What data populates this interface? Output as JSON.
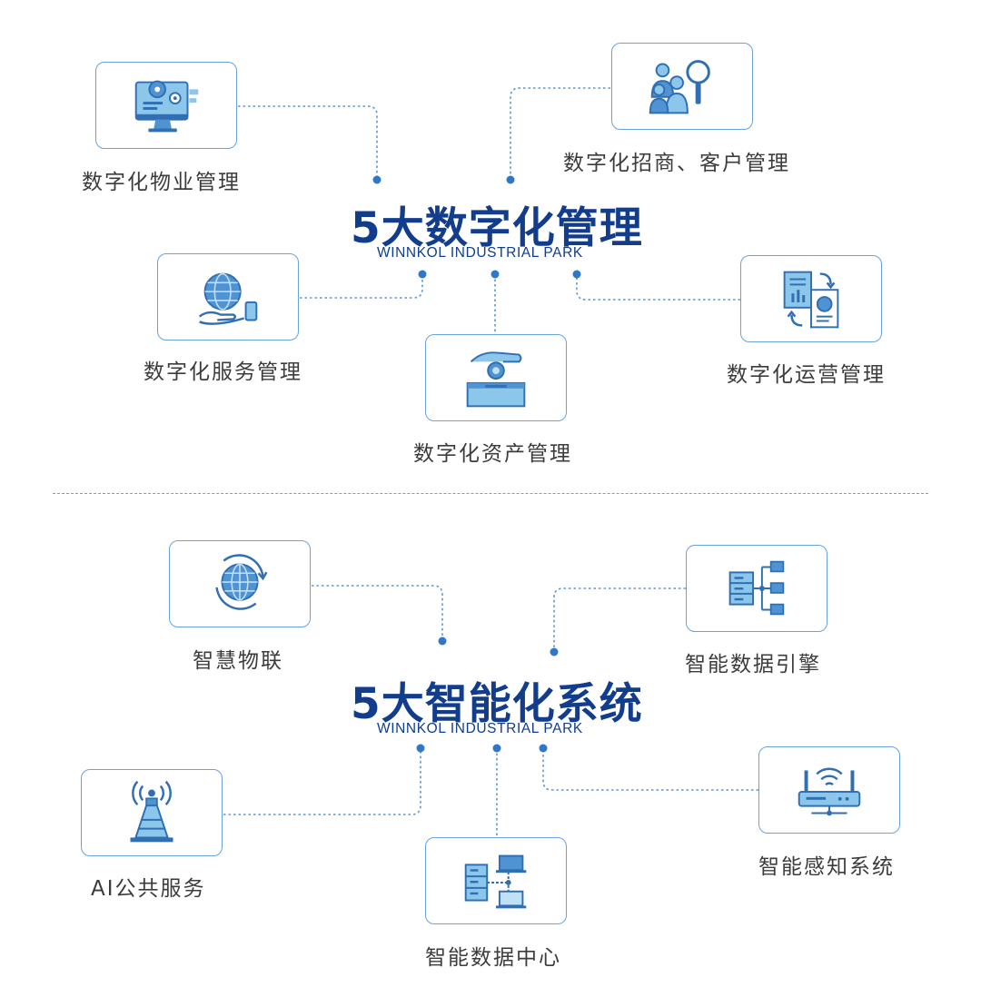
{
  "colors": {
    "accent": "#6aa3dc",
    "dot": "#2f77c8",
    "title": "#123d8c",
    "label": "#3c3c3c"
  },
  "digital": {
    "title": "5大数字化管理",
    "subtitle": "WINNKOL INDUSTRIAL PARK",
    "items": [
      {
        "label": "数字化物业管理",
        "icon": "monitor-gear-icon"
      },
      {
        "label": "数字化招商、客户管理",
        "icon": "people-magnifier-icon"
      },
      {
        "label": "数字化服务管理",
        "icon": "globe-hand-icon"
      },
      {
        "label": "数字化资产管理",
        "icon": "hand-coin-box-icon"
      },
      {
        "label": "数字化运营管理",
        "icon": "documents-cycle-icon"
      }
    ]
  },
  "smart": {
    "title": "5大智能化系统",
    "subtitle": "WINNKOL INDUSTRIAL PARK",
    "items": [
      {
        "label": "智慧物联",
        "icon": "globe-rotate-icon"
      },
      {
        "label": "智能数据引擎",
        "icon": "server-folders-icon"
      },
      {
        "label": "AI公共服务",
        "icon": "antenna-tower-icon"
      },
      {
        "label": "智能数据中心",
        "icon": "server-laptops-icon"
      },
      {
        "label": "智能感知系统",
        "icon": "wifi-router-icon"
      }
    ]
  }
}
